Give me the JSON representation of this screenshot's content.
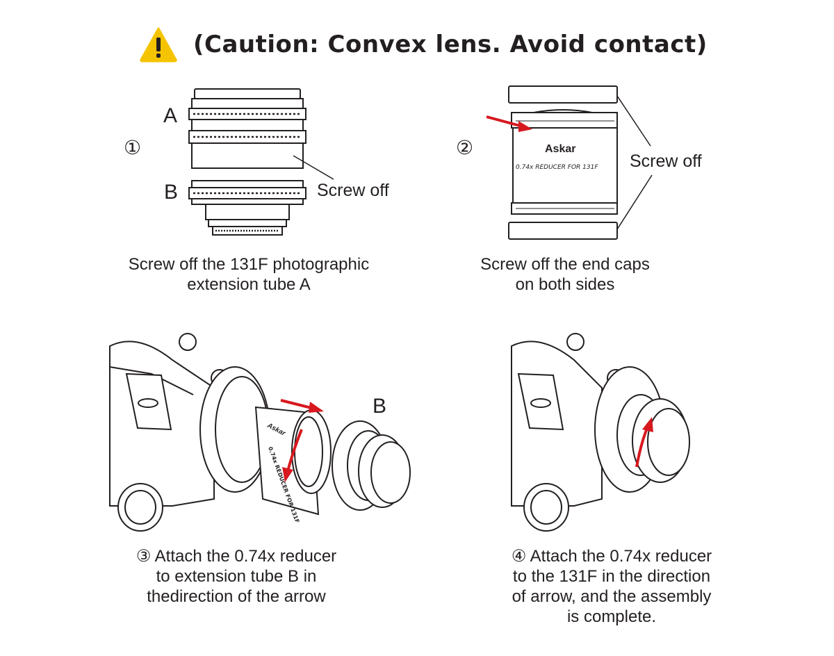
{
  "header": {
    "caution_text": "(Caution: Convex lens. Avoid contact)",
    "warning_icon_color": "#f5c400"
  },
  "step1": {
    "number": "①",
    "label_a": "A",
    "label_b": "B",
    "note": "Screw off",
    "caption_line1": "Screw off the 131F photographic",
    "caption_line2": "extension tube A"
  },
  "step2": {
    "number": "②",
    "brand": "Askar",
    "product_text": "0.74x REDUCER FOR 131F",
    "note": "Screw off",
    "caption_line1": "Screw off the end caps",
    "caption_line2": "on both sides"
  },
  "step3": {
    "label_b": "B",
    "caption_line1": "③ Attach the 0.74x reducer",
    "caption_line2": "to extension tube B in",
    "caption_line3": "thedirection of the arrow"
  },
  "step4": {
    "caption_line1": "④ Attach the 0.74x reducer",
    "caption_line2": "to the 131F in the direction",
    "caption_line3": "of arrow, and the assembly",
    "caption_line4": "is complete."
  },
  "colors": {
    "arrow": "#d7191f",
    "line": "#231f20"
  }
}
